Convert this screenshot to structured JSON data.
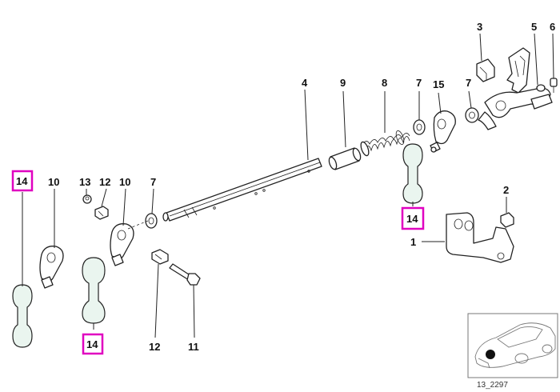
{
  "callouts": {
    "c1": "1",
    "c2": "2",
    "c3": "3",
    "c4": "4",
    "c5": "5",
    "c6": "6",
    "c7a": "7",
    "c7b": "7",
    "c7c": "7",
    "c8": "8",
    "c9": "9",
    "c10a": "10",
    "c10b": "10",
    "c11": "11",
    "c12a": "12",
    "c12b": "12",
    "c13": "13",
    "c15": "15"
  },
  "highlighted": {
    "h14a": "14",
    "h14b": "14",
    "h14c": "14"
  },
  "colors": {
    "highlight": "#e000c0",
    "bushing_fill": "#eaf5ef"
  },
  "inset": {
    "reference": "13_2297"
  }
}
